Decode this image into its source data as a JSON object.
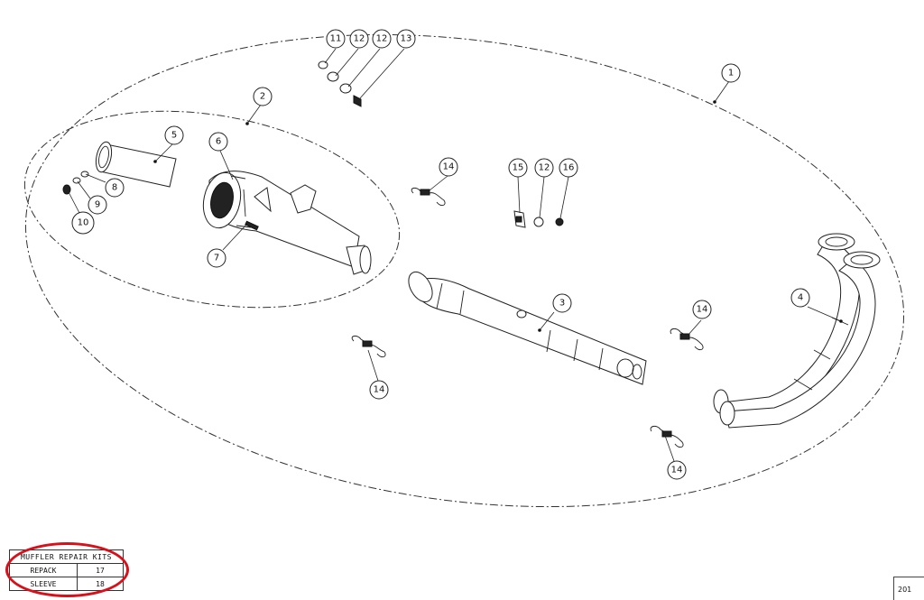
{
  "callouts": {
    "c1": "1",
    "c2": "2",
    "c3": "3",
    "c4": "4",
    "c5": "5",
    "c6": "6",
    "c7": "7",
    "c8": "8",
    "c9": "9",
    "c10": "10",
    "c11": "11",
    "c12a": "12",
    "c12b": "12",
    "c13": "13",
    "c14a": "14",
    "c14b": "14",
    "c14c": "14",
    "c14d": "14",
    "c15": "15",
    "c12c": "12",
    "c16": "16"
  },
  "repair_kits": {
    "title": "MUFFLER REPAIR KITS",
    "rows": [
      {
        "label": "REPACK",
        "value": "17"
      },
      {
        "label": "SLEEVE",
        "value": "18"
      }
    ]
  },
  "page_corner": "201",
  "colors": {
    "highlight": "#d8101a",
    "line": "#222222"
  }
}
